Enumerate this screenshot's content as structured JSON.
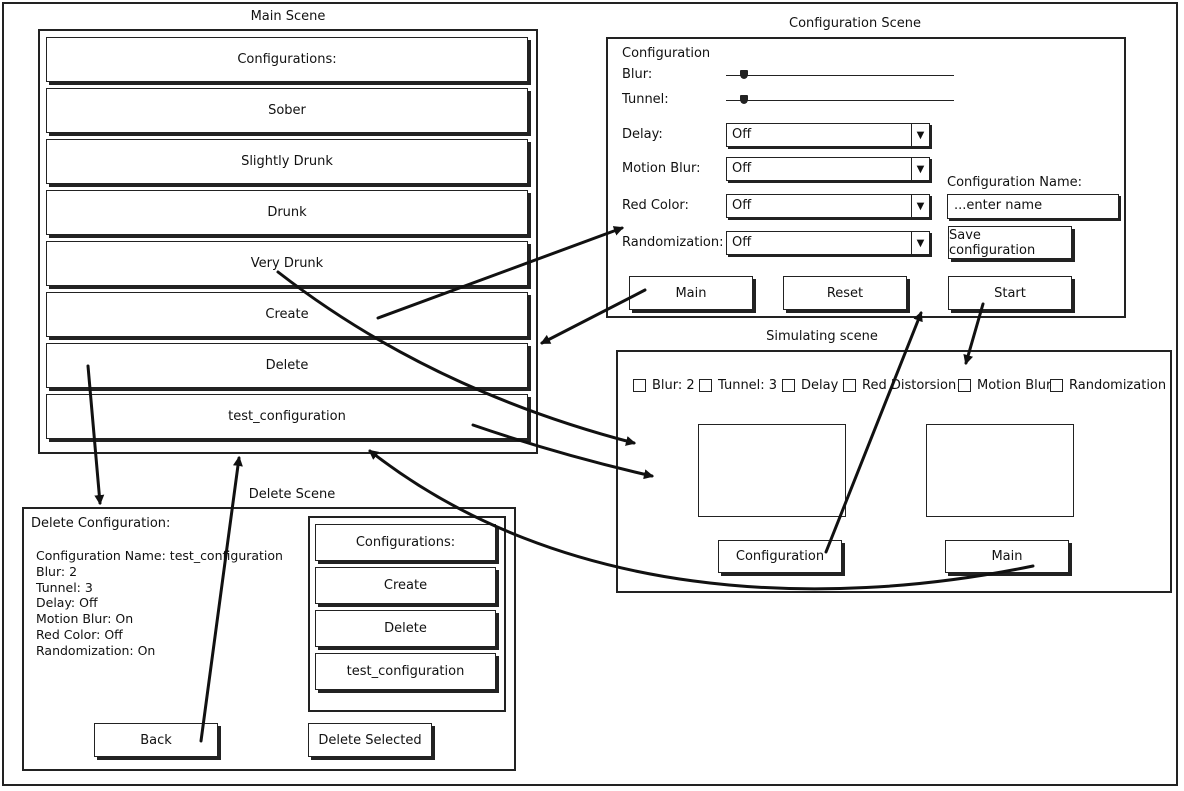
{
  "main_scene": {
    "title": "Main Scene",
    "items": [
      "Configurations:",
      "Sober",
      "Slightly Drunk",
      "Drunk",
      "Very Drunk",
      "Create",
      "Delete",
      "test_configuration"
    ]
  },
  "config_scene": {
    "title": "Configuration Scene",
    "heading": "Configuration",
    "blur_label": "Blur:",
    "tunnel_label": "Tunnel:",
    "blur_level": 0.08,
    "tunnel_level": 0.08,
    "dropdowns": [
      {
        "label": "Delay:",
        "value": "Off"
      },
      {
        "label": "Motion Blur:",
        "value": "Off"
      },
      {
        "label": "Red Color:",
        "value": "Off"
      },
      {
        "label": "Randomization:",
        "value": "Off"
      }
    ],
    "name_label": "Configuration Name:",
    "name_placeholder": "...enter name",
    "save_label": "Save configuration",
    "main_label": "Main",
    "reset_label": "Reset",
    "start_label": "Start"
  },
  "sim_scene": {
    "title": "Simulating scene",
    "checkboxes": [
      "Blur: 2",
      "Tunnel: 3",
      "Delay",
      "Red Distorsion",
      "Motion Blur",
      "Randomization"
    ],
    "config_label": "Configuration",
    "main_label": "Main"
  },
  "delete_scene": {
    "title": "Delete Scene",
    "heading": "Delete Configuration:",
    "details": [
      "Configuration Name: test_configuration",
      "Blur: 2",
      "Tunnel: 3",
      "Delay: Off",
      "Motion Blur: On",
      "Red Color: Off",
      "Randomization: On"
    ],
    "list": [
      "Configurations:",
      "Create",
      "Delete",
      "test_configuration"
    ],
    "back_label": "Back",
    "delete_selected_label": "Delete Selected"
  }
}
